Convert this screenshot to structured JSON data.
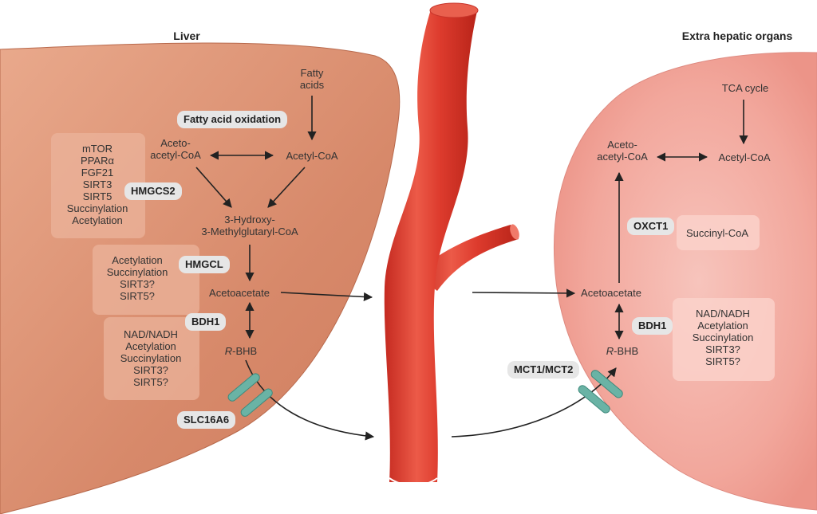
{
  "headers": {
    "left": "Liver",
    "right": "Extra hepatic organs"
  },
  "liver": {
    "fatty_acids": [
      "Fatty",
      "acids"
    ],
    "fatty_acid_oxidation": "Fatty acid oxidation",
    "acetoacetyl_coa": [
      "Aceto-",
      "acetyl-CoA"
    ],
    "acetyl_coa": "Acetyl-CoA",
    "hmg_coa": [
      "3-Hydroxy-",
      "3-Methylglutaryl-CoA"
    ],
    "acetoacetate": "Acetoacetate",
    "rbhb_prefix": "R",
    "rbhb_suffix": "-BHB",
    "enzymes": {
      "hmgcs2": "HMGCS2",
      "hmgcl": "HMGCL",
      "bdh1": "BDH1",
      "slc16a6": "SLC16A6"
    },
    "hmgcs2_regulators": [
      "mTOR",
      "PPARα",
      "FGF21",
      "SIRT3",
      "SIRT5",
      "Succinylation",
      "Acetylation"
    ],
    "hmgcl_regulators": [
      "Acetylation",
      "Succinylation",
      "SIRT3?",
      "SIRT5?"
    ],
    "bdh1_regulators": [
      "NAD/NADH",
      "Acetylation",
      "Succinylation",
      "SIRT3?",
      "SIRT5?"
    ]
  },
  "extrahepatic": {
    "tca_cycle": "TCA cycle",
    "acetoacetyl_coa": [
      "Aceto-",
      "acetyl-CoA"
    ],
    "acetyl_coa": "Acetyl-CoA",
    "succinyl_coa": "Succinyl-CoA",
    "acetoacetate": "Acetoacetate",
    "rbhb_prefix": "R",
    "rbhb_suffix": "-BHB",
    "enzymes": {
      "oxct1": "OXCT1",
      "bdh1": "BDH1",
      "mct": "MCT1/MCT2"
    },
    "bdh1_regulators": [
      "NAD/NADH",
      "Acetylation",
      "Succinylation",
      "SIRT3?",
      "SIRT5?"
    ]
  },
  "colors": {
    "liver": "#d7896a",
    "extrahepatic": "#f3aaa0",
    "artery": "#d9392d",
    "transporter": "#5fa89b",
    "pill": "#e6e6e6"
  }
}
